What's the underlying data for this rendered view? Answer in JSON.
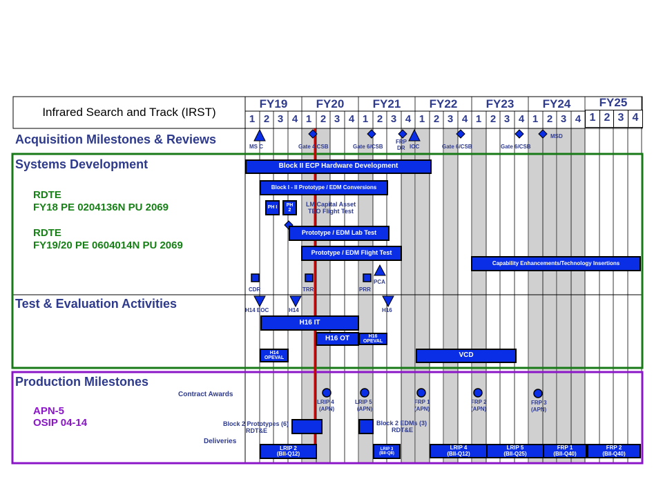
{
  "program_title": "Infrared Search and Track (IRST)",
  "fiscal_years": [
    "FY19",
    "FY20",
    "FY21",
    "FY22",
    "FY23",
    "FY24",
    "FY25"
  ],
  "quarters": [
    "1",
    "2",
    "3",
    "4"
  ],
  "sections": {
    "acquisition": "Acquisition Milestones & Reviews",
    "systems": "Systems Development",
    "test": "Test & Evaluation Activities",
    "production": "Production Milestones"
  },
  "funding": {
    "rdte1_a": "RDTE",
    "rdte1_b": "FY18 PE 0204136N PU 2069",
    "rdte2_a": "RDTE",
    "rdte2_b": "FY19/20 PE 0604014N PU 2069",
    "apn_a": "APN-5",
    "apn_b": "OSIP 04-14"
  },
  "row_labels": {
    "contract_awards": "Contract Awards",
    "block2_protos_a": "Block 2 Prototypes (6)",
    "block2_protos_b": "RDT&E",
    "deliveries": "Deliveries",
    "block2_edms_a": "Block 2 EDMs (3)",
    "block2_edms_b": "RDT&E"
  },
  "milestones": {
    "ms_c": "MS C",
    "gate4": "Gate 4/CSB",
    "gate6_21": "Gate 6/CSB",
    "frp_dr_a": "FRP",
    "frp_dr_b": "DR",
    "ioc": "IOC",
    "gate6_22": "Gate 6/CSB",
    "gate6_23": "Gate 6/CSB",
    "msd": "MSD",
    "cdr": "CDR",
    "trr": "TRR",
    "prr": "PRR",
    "pca": "PCA",
    "h14_eoc": "H14 EOC",
    "h14": "H14",
    "h16": "H16"
  },
  "sys_bars": {
    "block2_ecp": "Block II ECP Hardware Development",
    "block1_proto": "Block I - II Prototype / EDM Conversions",
    "ph1": "PH I",
    "ph2": "PH 2",
    "lm_asset_a": "LM Capital Asset",
    "lm_asset_b": "TEO Flight Test",
    "proto_lab": "Prototype / EDM Lab Test",
    "proto_flight": "Prototype / EDM Flight Test",
    "capability": "Capability Enhancements/Technology Insertions"
  },
  "test_bars": {
    "h16_it": "H16 IT",
    "h16_ot": "H16 OT",
    "h16_opeval_a": "H16",
    "h16_opeval_b": "OPEVAL",
    "h14_opeval_a": "H14",
    "h14_opeval_b": "OPEVAL",
    "vcd": "VCD"
  },
  "awards": {
    "lrip4_a": "LRIP 4",
    "lrip4_b": "(APN)",
    "lrip5_a": "LRIP 5",
    "lrip5_b": "(APN)",
    "frp1_a": "FRP 1",
    "frp1_b": "(APN)",
    "frp2_a": "FRP 2",
    "frp2_b": "(APN)",
    "frp3_a": "FRP 3",
    "frp3_b": "(APN)"
  },
  "deliveries": {
    "lrip2_a": "LRIP 2",
    "lrip2_b": "(BII-Q12)",
    "lrip3_a": "LRIP 3",
    "lrip3_b": "(BII-Q8)",
    "lrip4_a": "LRIP 4",
    "lrip4_b": "(BII-Q12)",
    "lrip5_a": "LRIP 5",
    "lrip5_b": "(BII-Q25)",
    "frp1_a": "FRP 1",
    "frp1_b": "(BII-Q40)",
    "frp2_a": "FRP 2",
    "frp2_b": "(BII-Q40)"
  },
  "colors": {
    "bar": "#0a2ee6",
    "header_blue": "#2e3a8c",
    "systems_border": "#177a17",
    "production_border": "#8a16c8",
    "today_line": "#d40000",
    "shade": "#d0d0d0"
  }
}
